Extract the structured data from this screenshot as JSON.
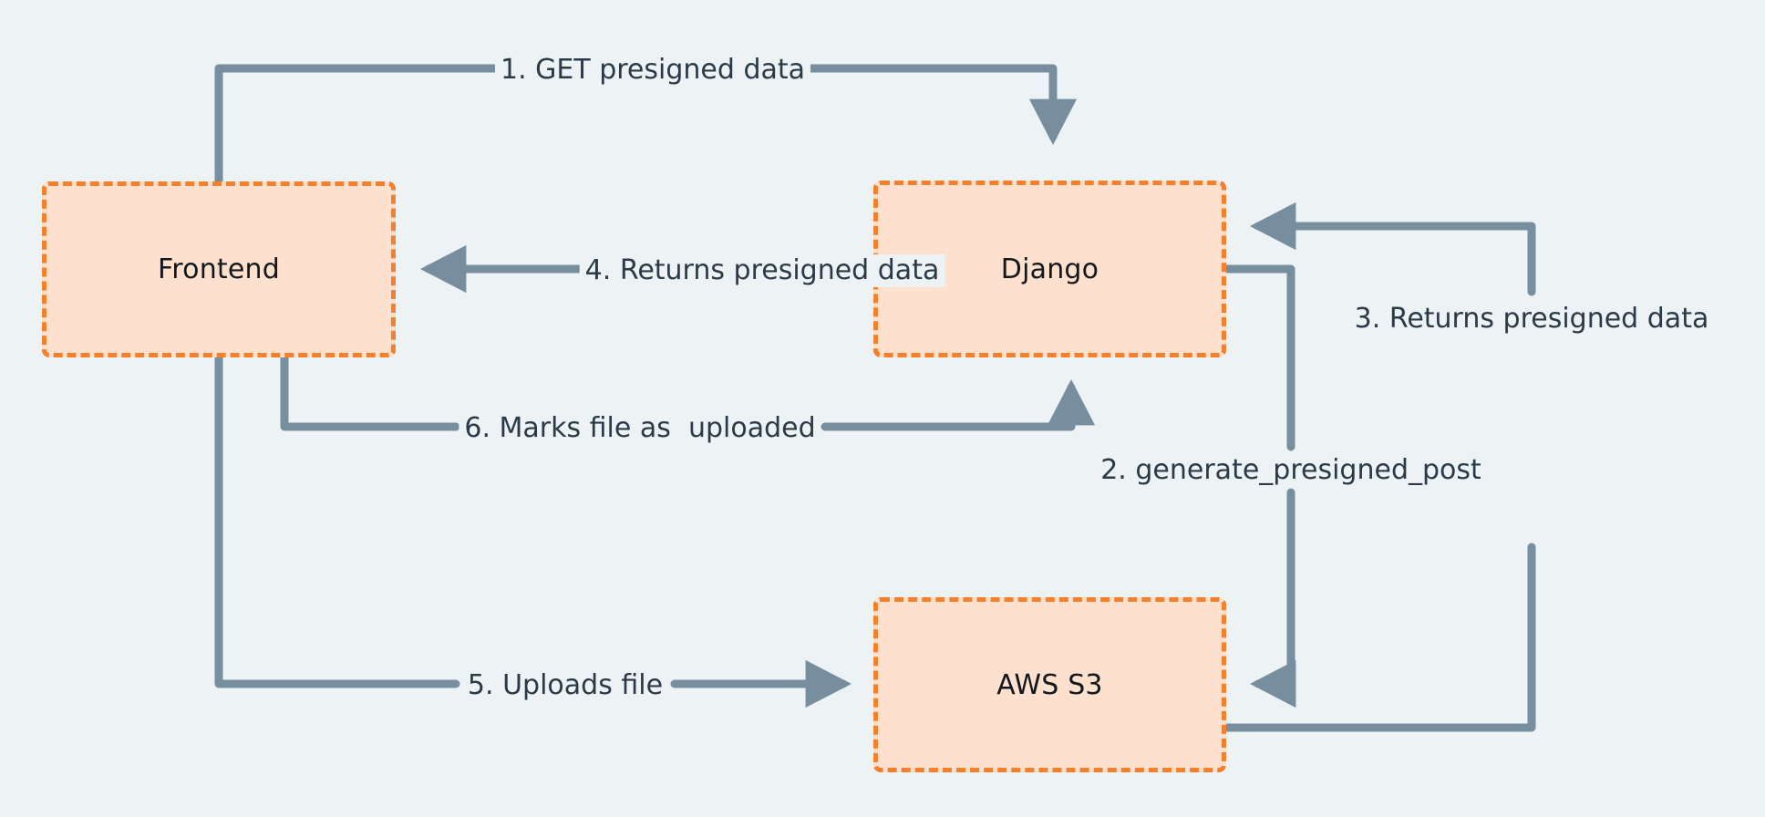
{
  "diagram": {
    "title": "Presigned upload sequence",
    "background_color": "#edf2f5",
    "node_fill_color": "#fde0ce",
    "node_border_color": "#f5802b",
    "edge_color": "#768e9e",
    "label_text_color": "#2b3a47",
    "node_text_color": "#13181d"
  },
  "nodes": [
    {
      "id": "frontend",
      "label": "Frontend"
    },
    {
      "id": "django",
      "label": "Django"
    },
    {
      "id": "s3",
      "label": "AWS S3"
    }
  ],
  "edges": [
    {
      "id": "step1",
      "label": "1. GET presigned data",
      "from": "frontend",
      "to": "django"
    },
    {
      "id": "step2",
      "label": "2. generate_presigned_post",
      "from": "django",
      "to": "s3"
    },
    {
      "id": "step3",
      "label": "3. Returns presigned data",
      "from": "s3",
      "to": "django"
    },
    {
      "id": "step4",
      "label": "4. Returns presigned data",
      "from": "django",
      "to": "frontend"
    },
    {
      "id": "step5",
      "label": "5. Uploads file",
      "from": "frontend",
      "to": "s3"
    },
    {
      "id": "step6",
      "label": "6. Marks file as  uploaded",
      "from": "frontend",
      "to": "django"
    }
  ]
}
